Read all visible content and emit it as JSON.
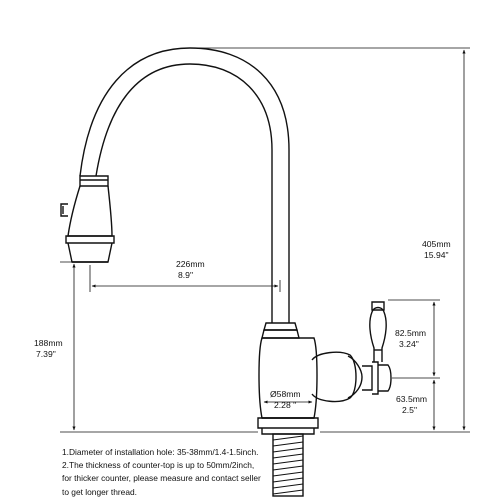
{
  "dimensions": {
    "height_total": {
      "mm": "405mm",
      "inch": "15.94\""
    },
    "reach": {
      "mm": "226mm",
      "inch": "8.9\""
    },
    "spout_height": {
      "mm": "188mm",
      "inch": "7.39\""
    },
    "handle_height": {
      "mm": "82.5mm",
      "inch": "3.24\""
    },
    "handle_base": {
      "mm": "63.5mm",
      "inch": "2.5\""
    },
    "base_diameter": {
      "mm": "Ø58mm",
      "inch": "2.28 \""
    }
  },
  "notes": [
    "1.Diameter of installation hole: 35-38mm/1.4-1.5inch.",
    "2.The thickness of counter-top is up to 50mm/2inch,",
    "for thicker counter, please measure and contact seller",
    "to get longer thread."
  ]
}
